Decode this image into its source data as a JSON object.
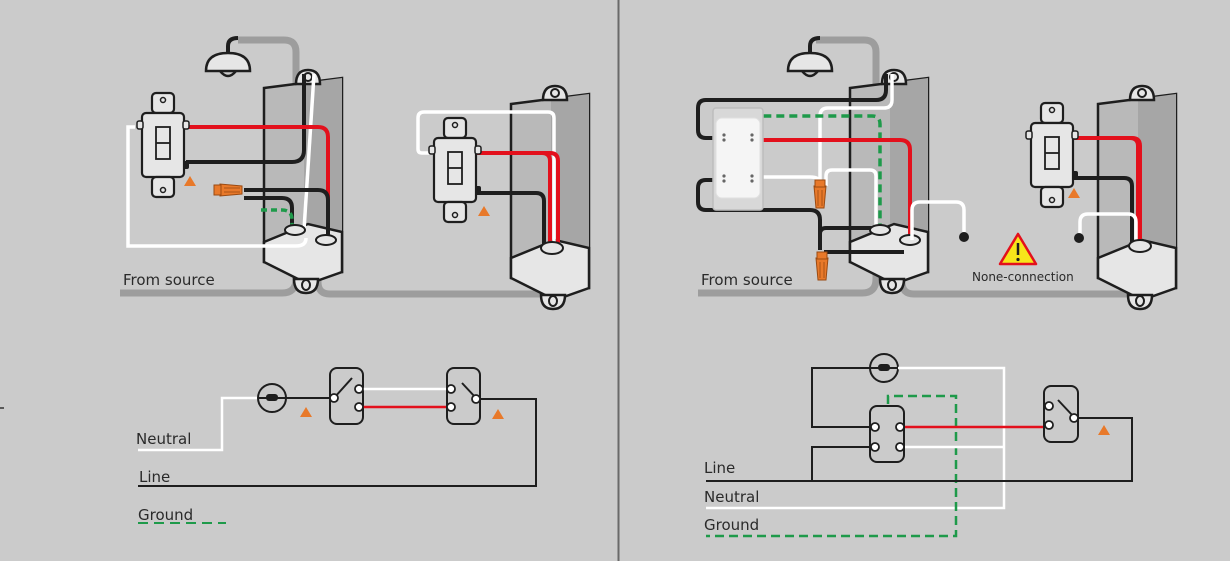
{
  "colors": {
    "background": "#cbcbcb",
    "hot_wire": "#e3101c",
    "line_wire": "#1e1e1e",
    "neutral_wire": "#ffffff",
    "ground_wire": "#1e9a4a",
    "conduit": "#9d9d9d",
    "wire_nut": "#e8792a",
    "marker": "#e8792a",
    "warning_fill": "#f7e51a",
    "warning_border": "#e3101c"
  },
  "left_panel": {
    "wiring": {
      "source_label": "From source",
      "switch_1": "3-way switch (traditional)",
      "switch_2": "3-way switch (traditional)"
    },
    "schematic": {
      "legend": [
        {
          "label": "Neutral",
          "wire": "neutral"
        },
        {
          "label": "Line",
          "wire": "line"
        },
        {
          "label": "Ground",
          "wire": "ground"
        }
      ]
    }
  },
  "right_panel": {
    "wiring": {
      "source_label": "From source",
      "warning_label": "None-connection",
      "warning_icon": "warning-icon"
    },
    "schematic": {
      "legend": [
        {
          "label": "Line",
          "wire": "line"
        },
        {
          "label": "Neutral",
          "wire": "neutral"
        },
        {
          "label": "Ground",
          "wire": "ground"
        }
      ]
    }
  }
}
